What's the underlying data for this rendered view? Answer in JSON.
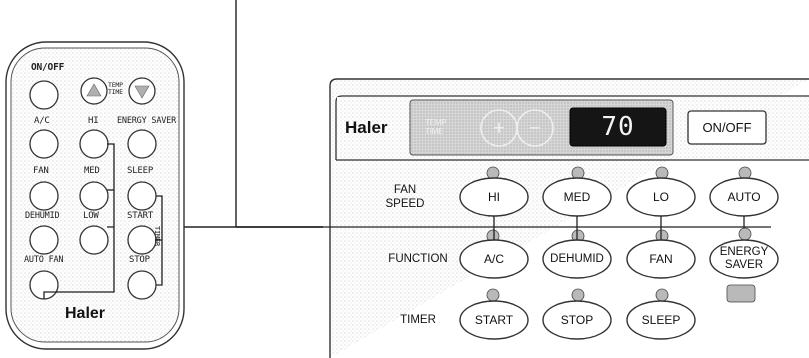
{
  "remote": {
    "brand": "Haler",
    "labels": {
      "on_off": "ON/OFF",
      "temp_time": "TEMP TIME",
      "ac": "A/C",
      "hi": "HI",
      "energy_saver": "ENERGY SAVER",
      "fan": "FAN",
      "med": "MED",
      "sleep": "SLEEP",
      "dehumid": "DEHUMID",
      "low": "LOW",
      "start": "START",
      "timer": "TIMER",
      "auto_fan": "AUTO FAN",
      "stop": "STOP"
    }
  },
  "panel": {
    "brand": "Haler",
    "temp_time": "TEMP TIME",
    "display_value": "70",
    "on_off": "ON/OFF",
    "fan_speed_label": "FAN SPEED",
    "function_label": "FUNCTION",
    "timer_label": "TIMER",
    "fan_speed_buttons": [
      "HI",
      "MED",
      "LO",
      "AUTO"
    ],
    "function_buttons": [
      "A/C",
      "DEHUMID",
      "FAN",
      "ENERGY SAVER"
    ],
    "timer_buttons": [
      "START",
      "STOP",
      "SLEEP"
    ]
  }
}
